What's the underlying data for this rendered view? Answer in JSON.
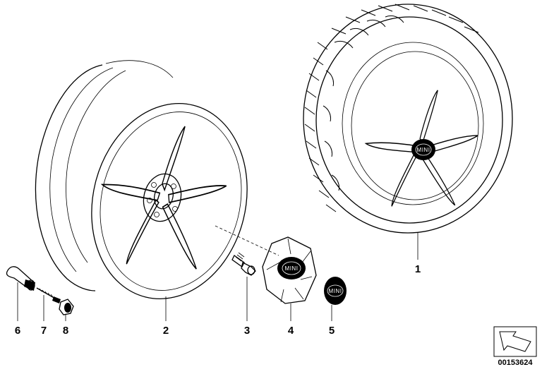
{
  "diagram": {
    "part_labels": [
      "1",
      "2",
      "3",
      "4",
      "5",
      "6",
      "7",
      "8"
    ],
    "brand_text": "MINI",
    "reference_number": "00153624"
  }
}
